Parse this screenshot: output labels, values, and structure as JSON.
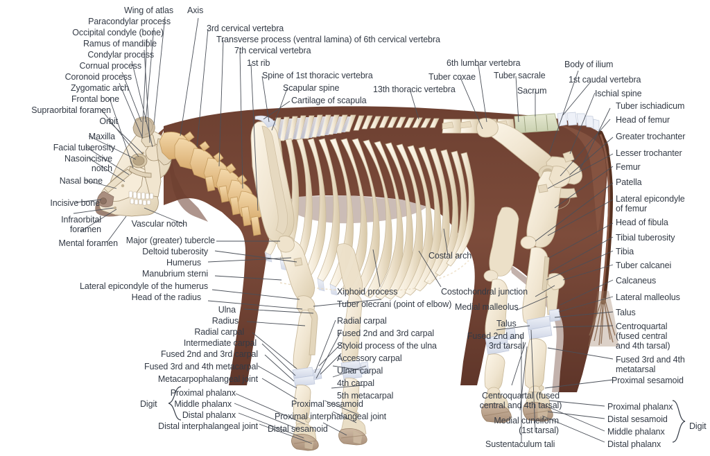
{
  "figure": {
    "title": "Bovine skeleton — lateral view with labeled bones",
    "subject": "cow",
    "colors": {
      "body": "#7a4a3a",
      "body_dark": "#5e3529",
      "body_light": "#8d5a46",
      "bone": "#f2e8d5",
      "bone_shadow": "#d9c9ab",
      "cervical": "#eccb97",
      "cervical_shadow": "#d8ad70",
      "cartilage": "#dfe3ee",
      "sacrum": "#d9ddc2",
      "hoof": "#bda68f",
      "muzzle": "#9e8376",
      "text": "#333a45",
      "leader": "#4a4f58",
      "background": "#ffffff"
    }
  },
  "labels": {
    "top_left_group": [
      {
        "id": "wing-of-atlas",
        "text": "Wing of atlas"
      },
      {
        "id": "paracondylar-process",
        "text": "Paracondylar process"
      },
      {
        "id": "occipital-condyle",
        "text": "Occipital condyle (bone)"
      },
      {
        "id": "ramus-of-mandible",
        "text": "Ramus of mandible"
      },
      {
        "id": "condylar-process",
        "text": "Condylar process"
      },
      {
        "id": "cornual-process",
        "text": "Cornual process"
      },
      {
        "id": "coronoid-process",
        "text": "Coronoid process"
      },
      {
        "id": "zygomatic-arch",
        "text": "Zygomatic arch"
      },
      {
        "id": "frontal-bone",
        "text": "Frontal bone"
      },
      {
        "id": "supraorbital-foramen",
        "text": "Supraorbital foramen"
      },
      {
        "id": "orbit",
        "text": "Orbit"
      },
      {
        "id": "maxilla",
        "text": "Maxilla"
      },
      {
        "id": "facial-tuberosity",
        "text": "Facial tuberosity"
      },
      {
        "id": "nasoincisive-notch",
        "text": "Nasoincisive\nnotch"
      },
      {
        "id": "nasal-bone",
        "text": "Nasal bone"
      },
      {
        "id": "incisive-bone",
        "text": "Incisive bone"
      },
      {
        "id": "infraorbital-foramen",
        "text": "Infraorbital\nforamen"
      },
      {
        "id": "mental-foramen",
        "text": "Mental foramen"
      }
    ],
    "top_center_group": [
      {
        "id": "axis",
        "text": "Axis"
      },
      {
        "id": "third-cervical-vertebra",
        "text": "3rd cervical vertebra"
      },
      {
        "id": "transverse-process-6th",
        "text": "Transverse process (ventral lamina) of 6th cervical vertebra"
      },
      {
        "id": "seventh-cervical-vertebra",
        "text": "7th cervical vertebra"
      },
      {
        "id": "first-rib",
        "text": "1st rib"
      },
      {
        "id": "spine-first-thoracic",
        "text": "Spine of 1st thoracic vertebra"
      },
      {
        "id": "scapular-spine",
        "text": "Scapular spine"
      },
      {
        "id": "cartilage-of-scapula",
        "text": "Cartilage of scapula"
      },
      {
        "id": "thirteenth-thoracic",
        "text": "13th thoracic vertebra"
      }
    ],
    "top_right_group": [
      {
        "id": "sixth-lumbar-vertebra",
        "text": "6th lumbar vertebra"
      },
      {
        "id": "tuber-coxae",
        "text": "Tuber coxae"
      },
      {
        "id": "tuber-sacrale",
        "text": "Tuber sacrale"
      },
      {
        "id": "sacrum",
        "text": "Sacrum"
      },
      {
        "id": "body-of-ilium",
        "text": "Body of ilium"
      },
      {
        "id": "first-caudal-vertebra",
        "text": "1st caudal vertebra"
      },
      {
        "id": "ischial-spine",
        "text": "Ischial spine"
      }
    ],
    "right_group": [
      {
        "id": "tuber-ischiadicum",
        "text": "Tuber ischiadicum"
      },
      {
        "id": "head-of-femur",
        "text": "Head of femur"
      },
      {
        "id": "greater-trochanter",
        "text": "Greater trochanter"
      },
      {
        "id": "lesser-trochanter",
        "text": "Lesser trochanter"
      },
      {
        "id": "femur",
        "text": "Femur"
      },
      {
        "id": "patella",
        "text": "Patella"
      },
      {
        "id": "lateral-epicondyle-femur",
        "text": "Lateral epicondyle\nof femur"
      },
      {
        "id": "head-of-fibula",
        "text": "Head of fibula"
      },
      {
        "id": "tibial-tuberosity",
        "text": "Tibial tuberosity"
      },
      {
        "id": "tibia",
        "text": "Tibia"
      },
      {
        "id": "tuber-calcanei",
        "text": "Tuber calcanei"
      },
      {
        "id": "calcaneus",
        "text": "Calcaneus"
      },
      {
        "id": "lateral-malleolus",
        "text": "Lateral malleolus"
      },
      {
        "id": "talus-right",
        "text": "Talus"
      },
      {
        "id": "centroquartal-right",
        "text": "Centroquartal\n(fused central\nand 4th tarsal)"
      },
      {
        "id": "fused-3rd-4th-metatarsal",
        "text": "Fused 3rd and 4th\nmetatarsal"
      },
      {
        "id": "proximal-sesamoid-right",
        "text": "Proximal sesamoid"
      },
      {
        "id": "proximal-phalanx-right",
        "text": "Proximal phalanx"
      },
      {
        "id": "distal-sesamoid-right",
        "text": "Distal sesamoid"
      },
      {
        "id": "middle-phalanx-right",
        "text": "Middle phalanx"
      },
      {
        "id": "distal-phalanx-right",
        "text": "Distal phalanx"
      },
      {
        "id": "digit-right",
        "text": "Digit"
      }
    ],
    "left_group": [
      {
        "id": "vascular-notch",
        "text": "Vascular notch"
      },
      {
        "id": "major-greater-tubercle",
        "text": "Major (greater) tubercle"
      },
      {
        "id": "deltoid-tuberosity",
        "text": "Deltoid tuberosity"
      },
      {
        "id": "humerus",
        "text": "Humerus"
      },
      {
        "id": "manubrium-sterni",
        "text": "Manubrium sterni"
      },
      {
        "id": "lateral-epicondyle-humerus",
        "text": "Lateral epicondyle of the humerus"
      },
      {
        "id": "head-of-the-radius",
        "text": "Head of the radius"
      },
      {
        "id": "ulna",
        "text": "Ulna"
      },
      {
        "id": "radius",
        "text": "Radius"
      },
      {
        "id": "radial-carpal-left",
        "text": "Radial carpal"
      },
      {
        "id": "intermediate-carpal",
        "text": "Intermediate carpal"
      },
      {
        "id": "fused-2nd-3rd-carpal-left",
        "text": "Fused 2nd and 3rd carpal"
      },
      {
        "id": "fused-3rd-4th-metacarpal",
        "text": "Fused 3rd and 4th metacarpal"
      },
      {
        "id": "metacarpophalangeal-joint",
        "text": "Metacarpophalangeal joint"
      },
      {
        "id": "proximal-phalanx-left",
        "text": "Proximal phalanx"
      },
      {
        "id": "middle-phalanx-left",
        "text": "Middle phalanx"
      },
      {
        "id": "distal-phalanx-left",
        "text": "Distal phalanx"
      },
      {
        "id": "distal-interphalangeal-joint",
        "text": "Distal interphalangeal joint"
      },
      {
        "id": "digit-left",
        "text": "Digit"
      }
    ],
    "center_group": [
      {
        "id": "costal-arch",
        "text": "Costal arch"
      },
      {
        "id": "xiphoid-process",
        "text": "Xiphoid process"
      },
      {
        "id": "tuber-olecrani",
        "text": "Tuber olecrani (point of elbow)"
      },
      {
        "id": "radial-carpal-mid",
        "text": "Radial carpal"
      },
      {
        "id": "fused-2nd-3rd-carpal-mid",
        "text": "Fused 2nd and 3rd carpal"
      },
      {
        "id": "styloid-process-ulna",
        "text": "Styloid process of the ulna"
      },
      {
        "id": "accessory-carpal",
        "text": "Accessory carpal"
      },
      {
        "id": "ulnar-carpal",
        "text": "Ulnar carpal"
      },
      {
        "id": "fourth-carpal",
        "text": "4th carpal"
      },
      {
        "id": "fifth-metacarpal",
        "text": "5th metacarpal"
      },
      {
        "id": "proximal-sesamoid-mid",
        "text": "Proximal sesamoid"
      },
      {
        "id": "proximal-interphalangeal-joint",
        "text": "Proximal interphalangeal joint"
      },
      {
        "id": "distal-sesamoid-mid",
        "text": "Distal sesamoid"
      },
      {
        "id": "costochondral-junction",
        "text": "Costochondral junction"
      },
      {
        "id": "medial-malleolus",
        "text": "Medial malleolus"
      },
      {
        "id": "talus-mid",
        "text": "Talus"
      },
      {
        "id": "fused-2nd-3rd-tarsal",
        "text": "Fused 2nd and\n3rd tarsal"
      },
      {
        "id": "centroquartal-mid",
        "text": "Centroquartal (fused\ncentral and 4th tarsal)"
      },
      {
        "id": "medial-cuneiform",
        "text": "Medial cuneiform\n(1st tarsal)"
      },
      {
        "id": "sustentaculum-tali",
        "text": "Sustentaculum tali"
      }
    ]
  }
}
